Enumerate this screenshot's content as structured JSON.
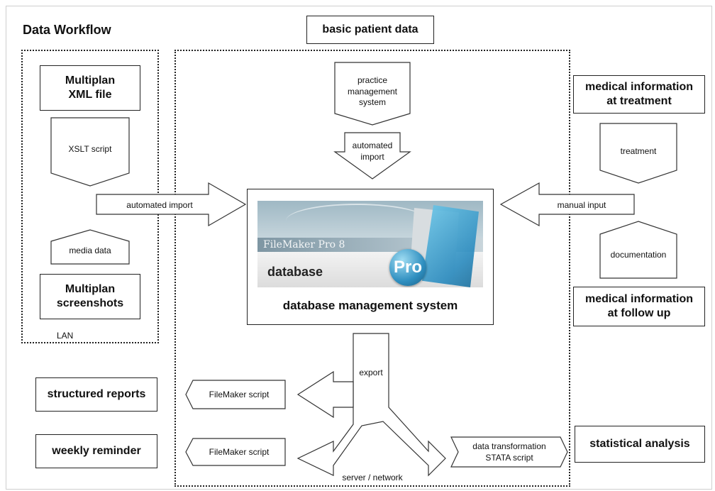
{
  "title": "Data Workflow",
  "boxes": {
    "basic_patient_data": "basic patient data",
    "multiplan_xml": [
      "Multiplan",
      "XML file"
    ],
    "multiplan_screenshots": [
      "Multiplan",
      "screenshots"
    ],
    "medical_info_treatment": [
      "medical information",
      "at treatment"
    ],
    "medical_info_followup": [
      "medical information",
      "at follow up"
    ],
    "structured_reports": "structured reports",
    "weekly_reminder": "weekly reminder",
    "statistical_analysis": "statistical analysis"
  },
  "labels": {
    "practice_management": [
      "practice",
      "management",
      "system"
    ],
    "automated_import_down": [
      "automated",
      "import"
    ],
    "xslt_script": "XSLT script",
    "automated_import_right": "automated import",
    "media_data": "media data",
    "lan": "LAN",
    "treatment": "treatment",
    "manual_input": "manual input",
    "documentation": "documentation",
    "export": "export",
    "filemaker_script_1": "FileMaker script",
    "filemaker_script_2": "FileMaker script",
    "data_transformation": [
      "data transformation",
      "STATA script"
    ],
    "server_network": "server / network"
  },
  "database": {
    "product": "FileMaker Pro 8",
    "db_label": "database",
    "pro_badge": "Pro",
    "caption": "database management system"
  }
}
